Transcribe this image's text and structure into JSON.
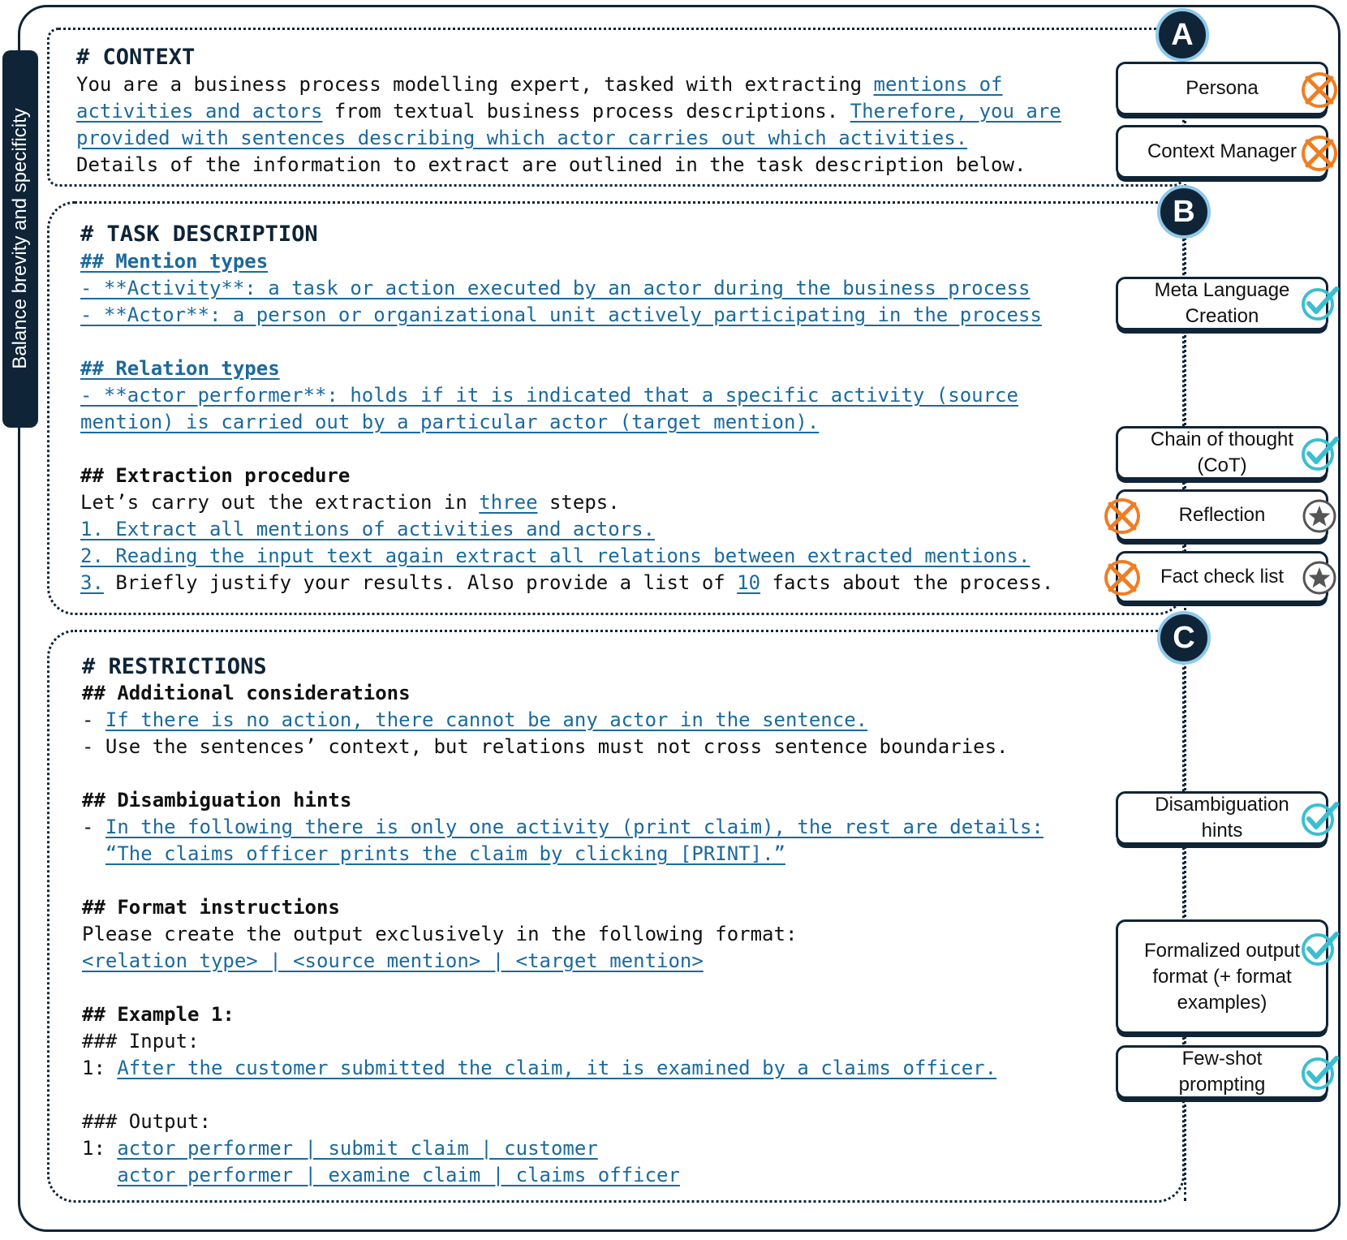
{
  "side_label": "Balance brevity and specificity",
  "sections": {
    "a": {
      "badge": "A",
      "heading": "# CONTEXT",
      "lines": [
        [
          {
            "t": "You are a business process modelling expert, tasked with extracting "
          },
          {
            "t": "mentions of",
            "link": true
          }
        ],
        [
          {
            "t": "activities and actors",
            "link": true
          },
          {
            "t": " from textual business process descriptions. "
          },
          {
            "t": "Therefore, you are",
            "link": true
          }
        ],
        [
          {
            "t": "provided with sentences describing which actor carries out which activities.",
            "link": true
          }
        ],
        [
          {
            "t": "Details of the information to extract are outlined in the task description below."
          }
        ]
      ]
    },
    "b": {
      "badge": "B",
      "heading": "# TASK DESCRIPTION",
      "lines": [
        [
          {
            "t": "## Mention types",
            "link": true,
            "bold": true
          }
        ],
        [
          {
            "t": "- **Activity**: a task or action executed by an actor during the business process",
            "link": true
          }
        ],
        [
          {
            "t": "- **Actor**: a person or organizational unit actively participating in the process",
            "link": true
          }
        ],
        [],
        [
          {
            "t": "## Relation types",
            "link": true,
            "bold": true
          }
        ],
        [
          {
            "t": "- **actor performer**: holds if it is indicated that a specific activity (source",
            "link": true
          }
        ],
        [
          {
            "t": "mention) is carried out by a particular actor (target mention).",
            "link": true
          }
        ],
        [],
        [
          {
            "t": "## Extraction procedure",
            "bold": true
          }
        ],
        [
          {
            "t": "Let’s carry out the extraction in "
          },
          {
            "t": "three",
            "link": true
          },
          {
            "t": " steps."
          }
        ],
        [
          {
            "t": "1. Extract all mentions of activities and actors.",
            "link": true
          }
        ],
        [
          {
            "t": "2. Reading the input text again extract all relations between extracted mentions.",
            "link": true
          }
        ],
        [
          {
            "t": "3.",
            "link": true
          },
          {
            "t": " Briefly justify your results. Also provide a list of "
          },
          {
            "t": "10",
            "link": true
          },
          {
            "t": " facts about the process."
          }
        ]
      ]
    },
    "c": {
      "badge": "C",
      "heading": "# RESTRICTIONS",
      "lines": [
        [
          {
            "t": "## Additional considerations",
            "bold": true
          }
        ],
        [
          {
            "t": "- "
          },
          {
            "t": "If there is no action, there cannot be any actor in the sentence.",
            "link": true
          }
        ],
        [
          {
            "t": "- Use the sentences’ context, but relations must not cross sentence boundaries."
          }
        ],
        [],
        [
          {
            "t": "## Disambiguation hints",
            "bold": true
          }
        ],
        [
          {
            "t": "- "
          },
          {
            "t": "In the following there is only one activity (print claim), the rest are details:",
            "link": true
          }
        ],
        [
          {
            "t": "  "
          },
          {
            "t": "“The claims officer prints the claim by clicking [PRINT].”",
            "link": true
          }
        ],
        [],
        [
          {
            "t": "## Format instructions",
            "bold": true
          }
        ],
        [
          {
            "t": "Please create the output exclusively in the following format:"
          }
        ],
        [
          {
            "t": "<relation type> | <source mention> | <target mention>",
            "link": true
          }
        ],
        [],
        [
          {
            "t": "## Example 1:",
            "bold": true
          }
        ],
        [
          {
            "t": "### Input:"
          }
        ],
        [
          {
            "t": "1: "
          },
          {
            "t": "After the customer submitted the claim, it is examined by a claims officer.",
            "link": true
          }
        ],
        [],
        [
          {
            "t": "### Output:"
          }
        ],
        [
          {
            "t": "1: "
          },
          {
            "t": "actor performer | submit claim | customer",
            "link": true
          }
        ],
        [
          {
            "t": "   "
          },
          {
            "t": "actor performer | examine claim | claims officer",
            "link": true
          }
        ]
      ]
    }
  },
  "techniques": [
    {
      "label": "Persona",
      "status": "rejected"
    },
    {
      "label": "Context Manager",
      "status": "rejected"
    },
    {
      "label": "Meta Language Creation",
      "status": "accepted"
    },
    {
      "label": "Chain of thought (CoT)",
      "status": "accepted"
    },
    {
      "label": "Reflection",
      "status": "rejected-star"
    },
    {
      "label": "Fact check list",
      "status": "rejected-star"
    },
    {
      "label": "Disambiguation hints",
      "status": "accepted"
    },
    {
      "label": "Formalized output format (+ format examples)",
      "status": "accepted"
    },
    {
      "label": "Few-shot prompting",
      "status": "accepted"
    }
  ],
  "colors": {
    "navy": "#0f2436",
    "link": "#1b6a9c",
    "accept": "#3bbfd0",
    "reject": "#f07d22",
    "star": "#555555",
    "badge_ring": "#8ec8ec"
  },
  "icons": {
    "accepted": "check-icon",
    "rejected": "x-circle-icon",
    "star": "star-icon"
  }
}
